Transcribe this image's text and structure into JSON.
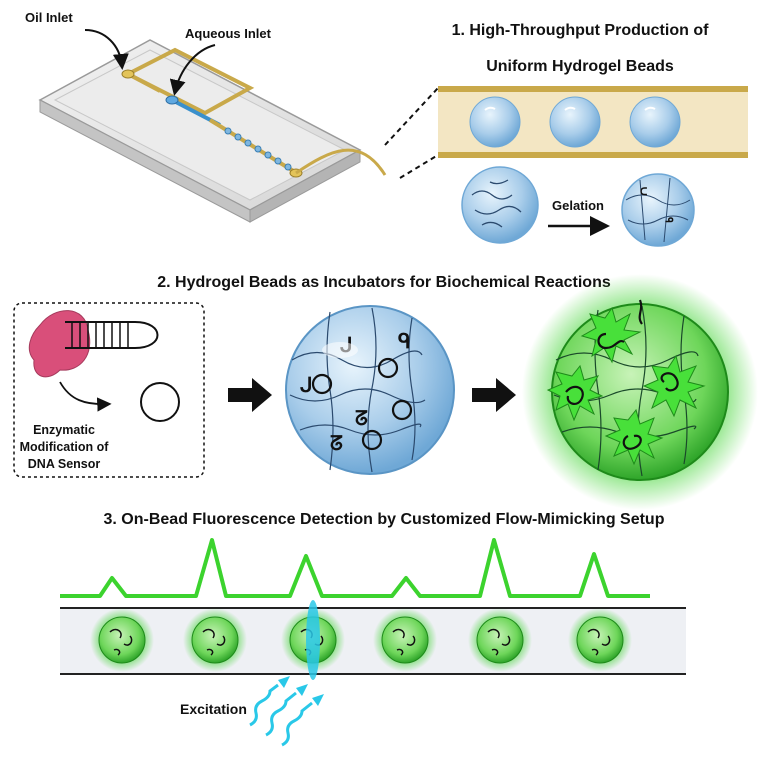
{
  "chip": {
    "oil_inlet_label": "Oil Inlet",
    "aqueous_inlet_label": "Aqueous Inlet"
  },
  "section1": {
    "title_line1": "1.  High-Throughput Production of",
    "title_line2": "Uniform Hydrogel Beads",
    "gelation_label": "Gelation"
  },
  "section2": {
    "title": "2. Hydrogel Beads as Incubators for Biochemical Reactions",
    "box_line1": "Enzymatic",
    "box_line2": "Modification of",
    "box_line3": "DNA Sensor"
  },
  "section3": {
    "title": "3. On-Bead Fluorescence Detection by Customized Flow-Mimicking Setup",
    "excitation_label": "Excitation"
  },
  "colors": {
    "fluorescence_green": "#3cd32e",
    "channel_gold": "#c9a94a",
    "bead_blue": "#a9cdea",
    "enzyme_pink": "#d94f7a",
    "excitation_cyan": "#29c8e8"
  },
  "icons": [
    "microfluidic-chip-icon",
    "enzyme-icon",
    "dna-hairpin-icon",
    "circular-dna-icon",
    "arrow-icon",
    "excitation-wave-icon"
  ]
}
